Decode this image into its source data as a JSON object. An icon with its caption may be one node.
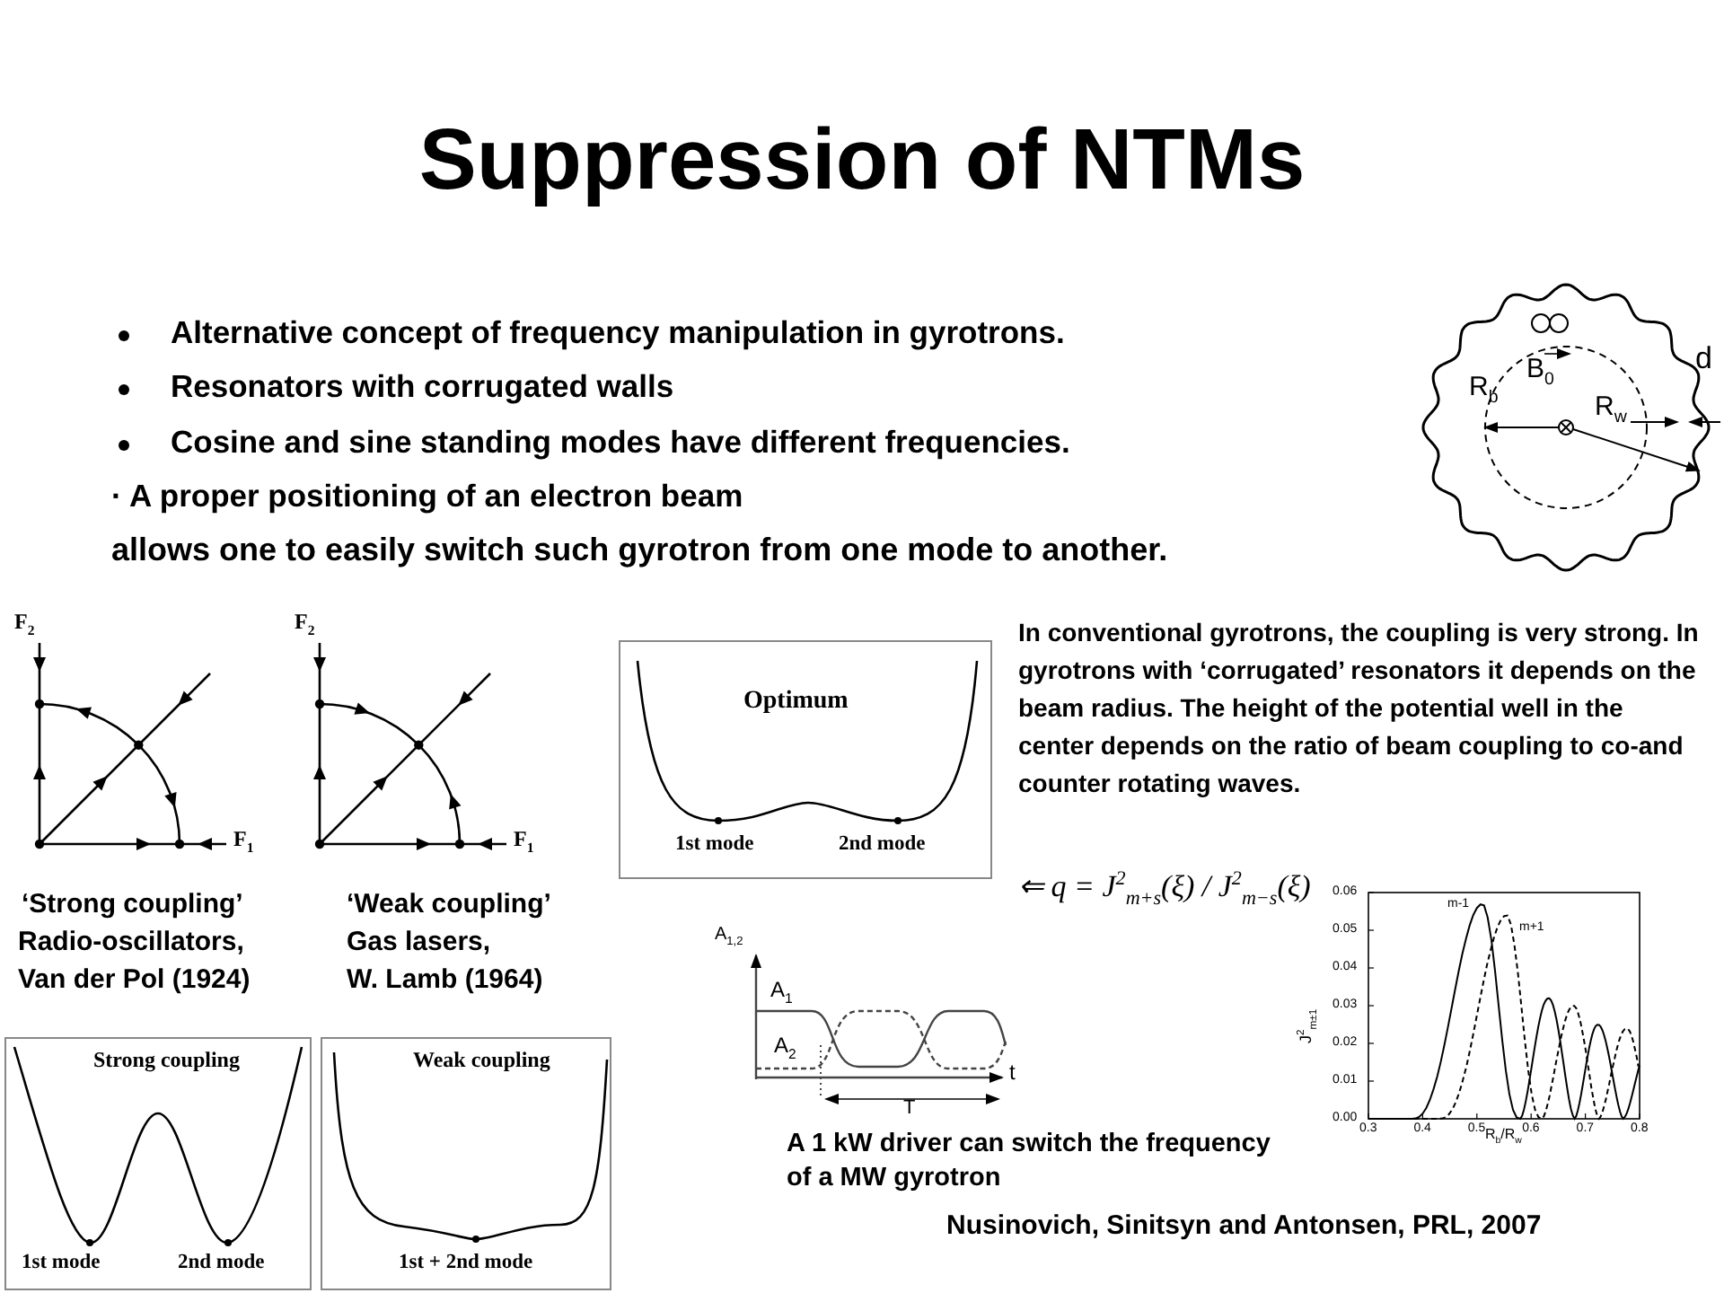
{
  "diagram": {
    "title": "Suppression of NTMs",
    "labels": [
      "Alternative concept of frequency manipulation in gyrotrons.",
      "Resonators with corrugated walls",
      "Cosine and sine standing modes have different frequencies.",
      "· A proper positioning of an electron beam",
      "allows one to easily switch such gyrotron from one mode to another.",
      "d",
      "R$_{b}$",
      "B$_{0}$",
      "R$_{w}$",
      "F$_{2}$",
      "F$_{1}$",
      "F$_{2}$",
      "F$_{1}$",
      "Optimum",
      "1st mode",
      "2nd mode",
      "In conventional gyrotrons, the coupling is very strong. In gyrotrons with ‘corrugated’ resonators it depends on the beam radius. The height of the potential well in the center depends on the ratio of beam coupling to co-and counter rotating waves.",
      "⇐ q = J$^{2}$$_{m+s}$(ξ) / J$^{2}$$_{m−s}$(ξ)",
      "‘Strong coupling’",
      "Radio-oscillators,",
      "Van der Pol (1924)",
      "‘Weak coupling’",
      "Gas lasers,",
      "W. Lamb (1964)",
      "m-1",
      "m+1",
      "0.06",
      "0.05",
      "0.04",
      "0.03",
      "0.02",
      "0.01",
      "0.00",
      "0.3",
      "0.4",
      "0.5",
      "0.6",
      "0.7",
      "0.8",
      "J$^{2}$$_{m±1}$",
      "R$_{b}$/R$_{w}$",
      "A$_{1,2}$",
      "A$_{1}$",
      "A$_{2}$",
      "t",
      "T",
      "Strong coupling",
      "1st mode",
      "2nd mode",
      "Weak coupling",
      "1st + 2nd mode",
      "A 1 kW driver can switch the frequency of a MW gyrotron",
      "Nusinovich, Sinitsyn and Antonsen, PRL, 2007"
    ]
  }
}
